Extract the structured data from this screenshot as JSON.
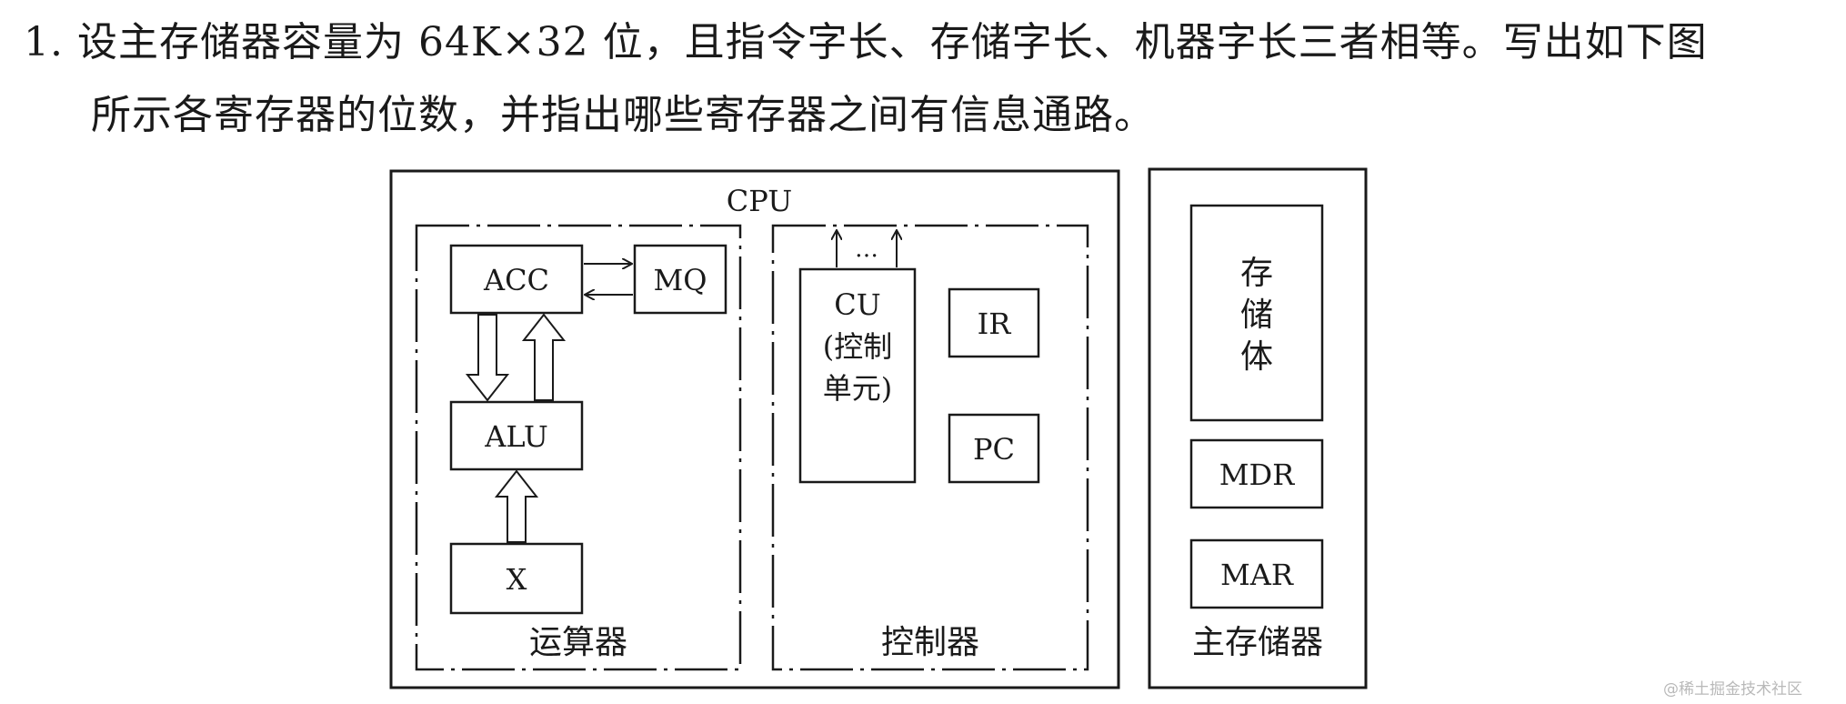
{
  "question": {
    "line1": "1.  设主存储器容量为 64K×32 位，且指令字长、存储字长、机器字长三者相等。写出如下图",
    "line2": "所示各寄存器的位数，并指出哪些寄存器之间有信息通路。"
  },
  "diagram": {
    "cpu_label": "CPU",
    "alu_section_label": "运算器",
    "control_section_label": "控制器",
    "memory_section_label": "主存储器",
    "registers": {
      "acc": "ACC",
      "mq": "MQ",
      "alu": "ALU",
      "x": "X",
      "ir": "IR",
      "pc": "PC",
      "mdr": "MDR",
      "mar": "MAR"
    },
    "cu": {
      "line1": "CU",
      "line2": "(控制",
      "line3": "单元)",
      "signals_ellipsis": "…"
    },
    "storage_body": [
      "存",
      "储",
      "体"
    ]
  },
  "watermark": "@稀土掘金技术社区"
}
